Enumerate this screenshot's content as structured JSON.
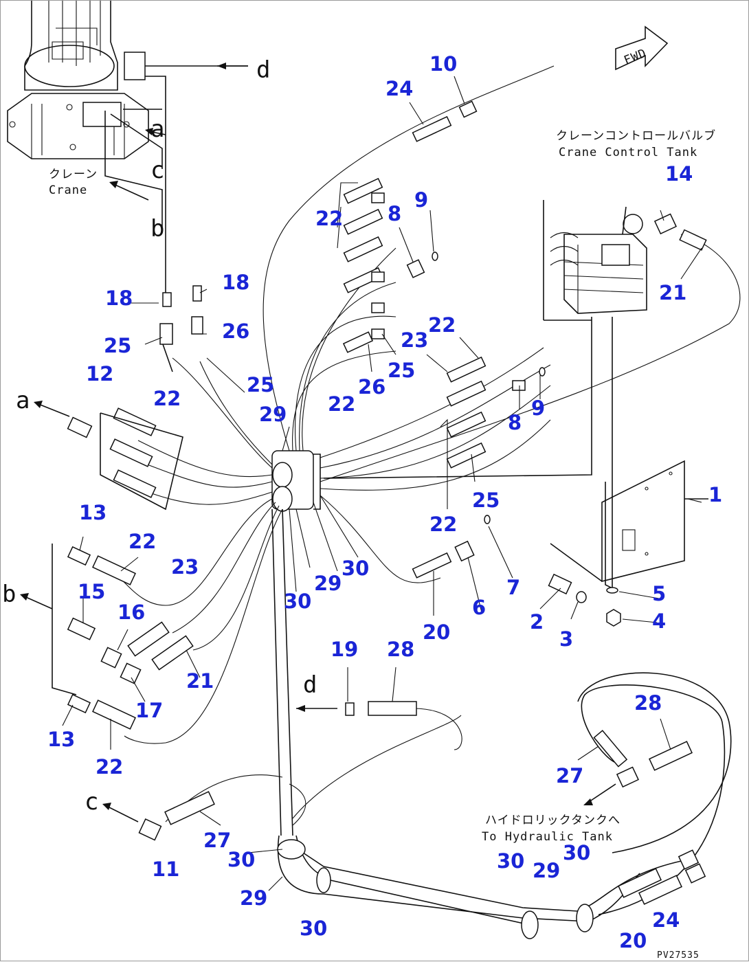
{
  "diagram": {
    "fwd_label": "FWD",
    "crane_label_jp": "クレーン",
    "crane_label_en": "Crane",
    "valve_label_jp": "クレーンコントロールバルブ",
    "valve_label_en": "Crane Control Tank",
    "tank_label_jp": "ハイドロリックタンクへ",
    "tank_label_en": "To Hydraulic Tank",
    "drawing_code": "PV27535",
    "connection_letters": [
      "a",
      "b",
      "c",
      "d"
    ],
    "part_numbers": [
      "1",
      "2",
      "3",
      "4",
      "5",
      "6",
      "7",
      "8",
      "9",
      "10",
      "11",
      "12",
      "13",
      "14",
      "15",
      "16",
      "17",
      "18",
      "19",
      "20",
      "21",
      "22",
      "23",
      "24",
      "25",
      "26",
      "27",
      "28",
      "29",
      "30"
    ]
  }
}
